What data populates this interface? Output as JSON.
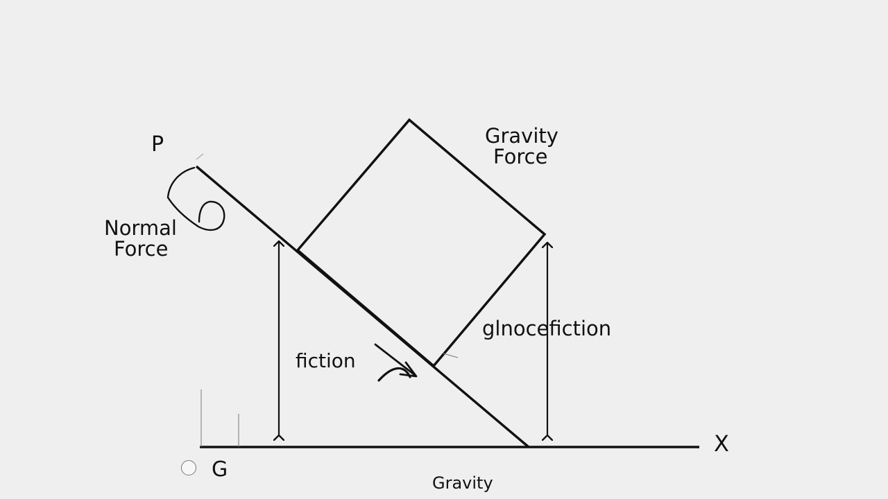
{
  "labels": {
    "p": "P",
    "normal_force_line1": "Normal",
    "normal_force_line2": "Force",
    "gravity_force_line1": "Gravity",
    "gravity_force_line2": "Force",
    "fiction": "fiction",
    "glnocefiction": "glnocefiction",
    "x_axis": "X",
    "g": "G",
    "gravity_bottom": "Gravity"
  },
  "colors": {
    "background": "#efefef",
    "stroke": "#111111"
  }
}
